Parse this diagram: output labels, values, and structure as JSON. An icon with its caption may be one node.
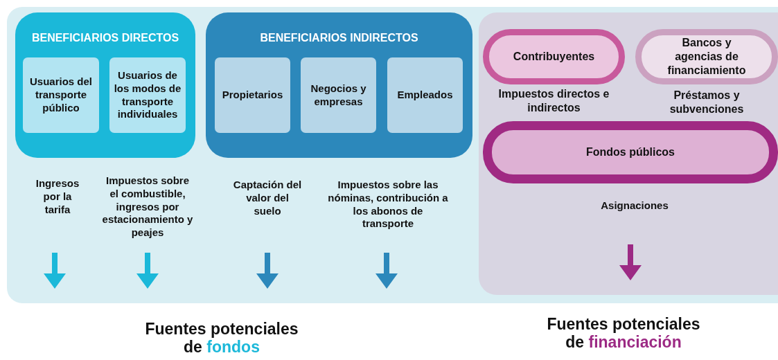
{
  "diagram": {
    "nodes": [
      {
        "text": [
          "BENEFICIARIOS DIRECTOS"
        ]
      },
      {
        "text": [
          "Usuarios del transporte público"
        ],
        "in": 0
      },
      {
        "text": [
          "Usuarios de los modos de transporte individuales"
        ],
        "in": 0
      },
      {
        "text": [
          "BENEFICIARIOS INDIRECTOS"
        ]
      },
      {
        "text": [
          "Propietarios"
        ],
        "in": 3
      },
      {
        "text": [
          "Negocios y empresas"
        ],
        "in": 3
      },
      {
        "text": [
          "Empleados"
        ],
        "in": 3
      },
      {
        "text": [
          "Contribuyentes"
        ],
        "beside": [
          "Impuestos directos e indirectos"
        ]
      },
      {
        "text": [
          "Bancos y agencias de financiamiento"
        ],
        "beside": [
          "Préstamos y subvenciones"
        ]
      },
      {
        "text": [
          "Fondos públicos"
        ]
      },
      {
        "text": [
          "Ingresos por la tarifa"
        ]
      },
      {
        "text": [
          "Impuestos sobre el combustible, ingresos por estacionamiento y peajes"
        ]
      },
      {
        "text": [
          "Captación del valor del suelo"
        ]
      },
      {
        "text": [
          "Impuestos sobre las nóminas, contribución a los abonos de transporte"
        ]
      },
      {
        "text": [
          "Asignaciones"
        ]
      }
    ],
    "edges": [],
    "labels": [
      "Fuentes potenciales de fondos",
      "Fuentes potenciales de financiación"
    ]
  }
}
